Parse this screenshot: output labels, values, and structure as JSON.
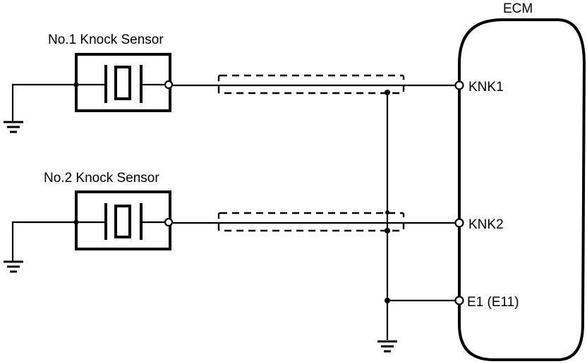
{
  "diagram": {
    "title": "Knock Sensor Circuit",
    "ecm": {
      "label": "ECM"
    },
    "sensors": [
      {
        "label": "No.1 Knock Sensor"
      },
      {
        "label": "No.2 Knock Sensor"
      }
    ],
    "terminals": [
      {
        "label": "KNK1"
      },
      {
        "label": "KNK2"
      },
      {
        "label": "E1 (E11)"
      }
    ],
    "colors": {
      "line": "#000000",
      "background": "#ffffff"
    }
  }
}
